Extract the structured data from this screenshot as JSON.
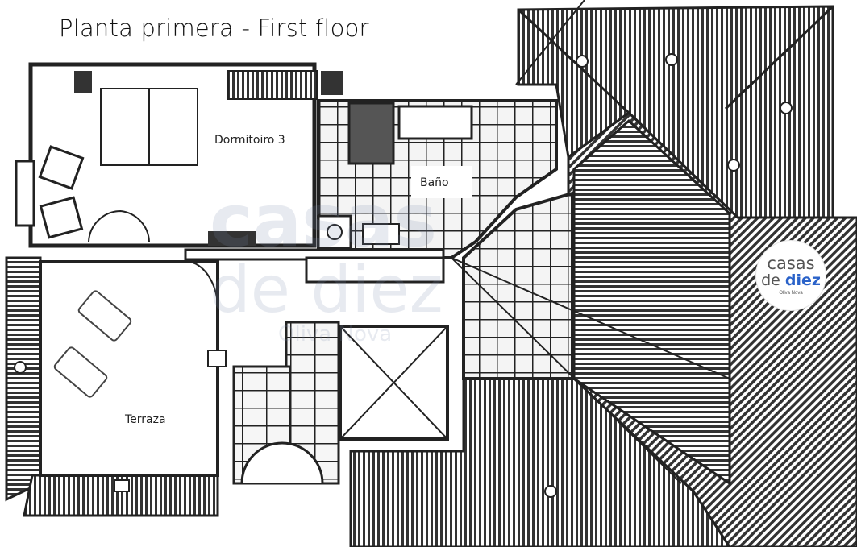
{
  "title": "Planta primera - First floor",
  "rooms": {
    "bedroom": "Dormitoiro 3",
    "bathroom": "Baño",
    "terrace": "Terraza"
  },
  "logo": {
    "line1": "casas",
    "line2a": "de ",
    "line2b": "diez",
    "line3": "Oliva Nova",
    "accent": "#2a62c9"
  },
  "watermark": {
    "line1": "casas",
    "line2": "de diez",
    "line3": "Oliva Nova"
  }
}
